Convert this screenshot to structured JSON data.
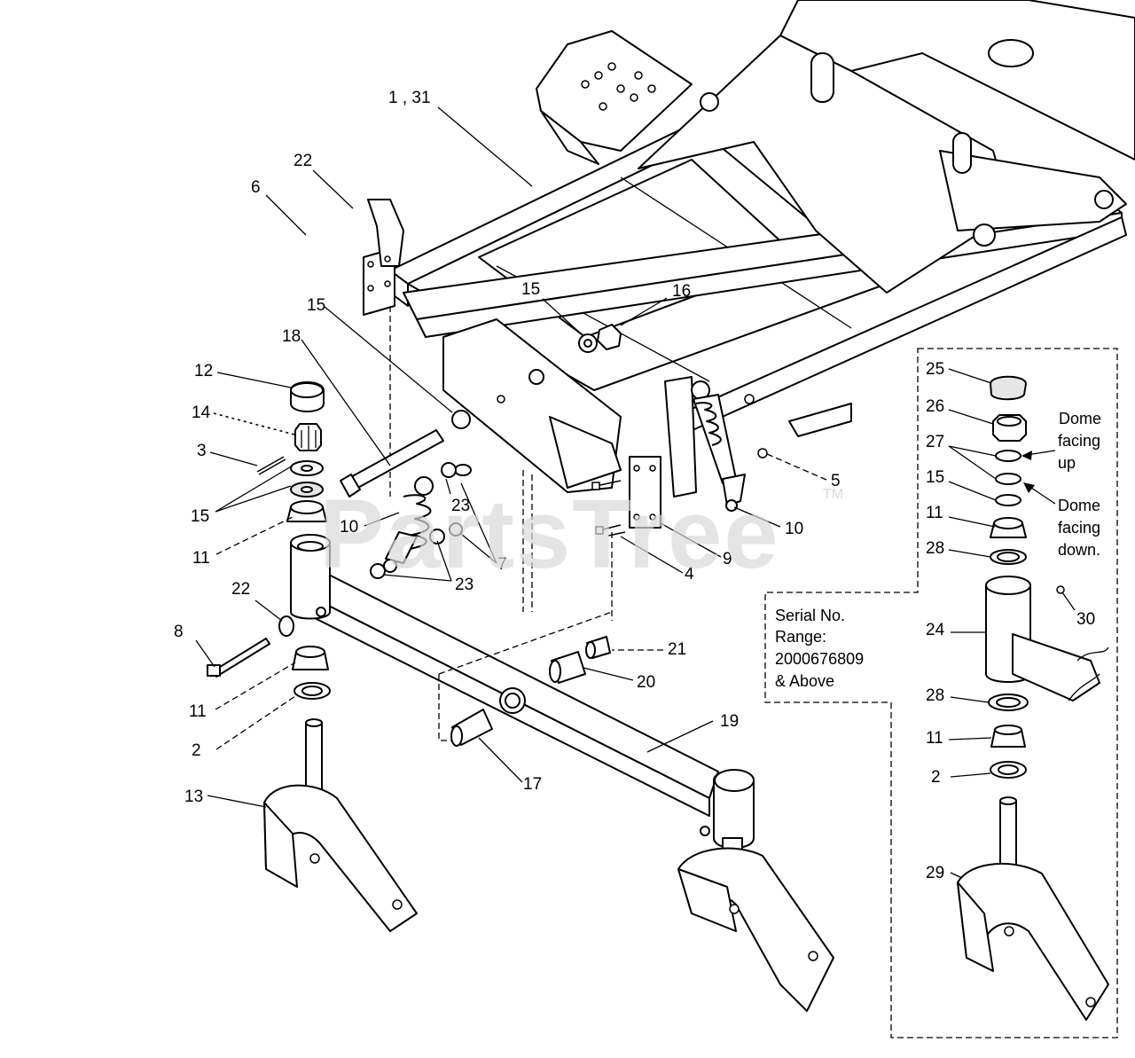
{
  "watermark": {
    "text": "PartsTree",
    "trademark": "TM"
  },
  "callouts": {
    "c1_31": "1 , 31",
    "c22a": "22",
    "c6": "6",
    "c15a": "15",
    "c16": "16",
    "c15b": "15",
    "c18": "18",
    "c12": "12",
    "c14": "14",
    "c3": "3",
    "c15c": "15",
    "c11a": "11",
    "c10a": "10",
    "c23a": "23",
    "c7": "7",
    "c23b": "23",
    "c22b": "22",
    "c8": "8",
    "c11b": "11",
    "c2a": "2",
    "c13": "13",
    "c21": "21",
    "c20": "20",
    "c19": "19",
    "c17": "17",
    "c5": "5",
    "c10b": "10",
    "c9": "9",
    "c4": "4",
    "c25": "25",
    "c26": "26",
    "c27": "27",
    "c15d": "15",
    "c11c": "11",
    "c28a": "28",
    "c24": "24",
    "c30": "30",
    "c28b": "28",
    "c11d": "11",
    "c2b": "2",
    "c29": "29"
  },
  "notes": {
    "dome_up": [
      "Dome",
      "facing",
      "up"
    ],
    "dome_down": [
      "Dome",
      "facing",
      "down."
    ],
    "serial": [
      "Serial No.",
      "Range:",
      "2000676809",
      "& Above"
    ]
  }
}
